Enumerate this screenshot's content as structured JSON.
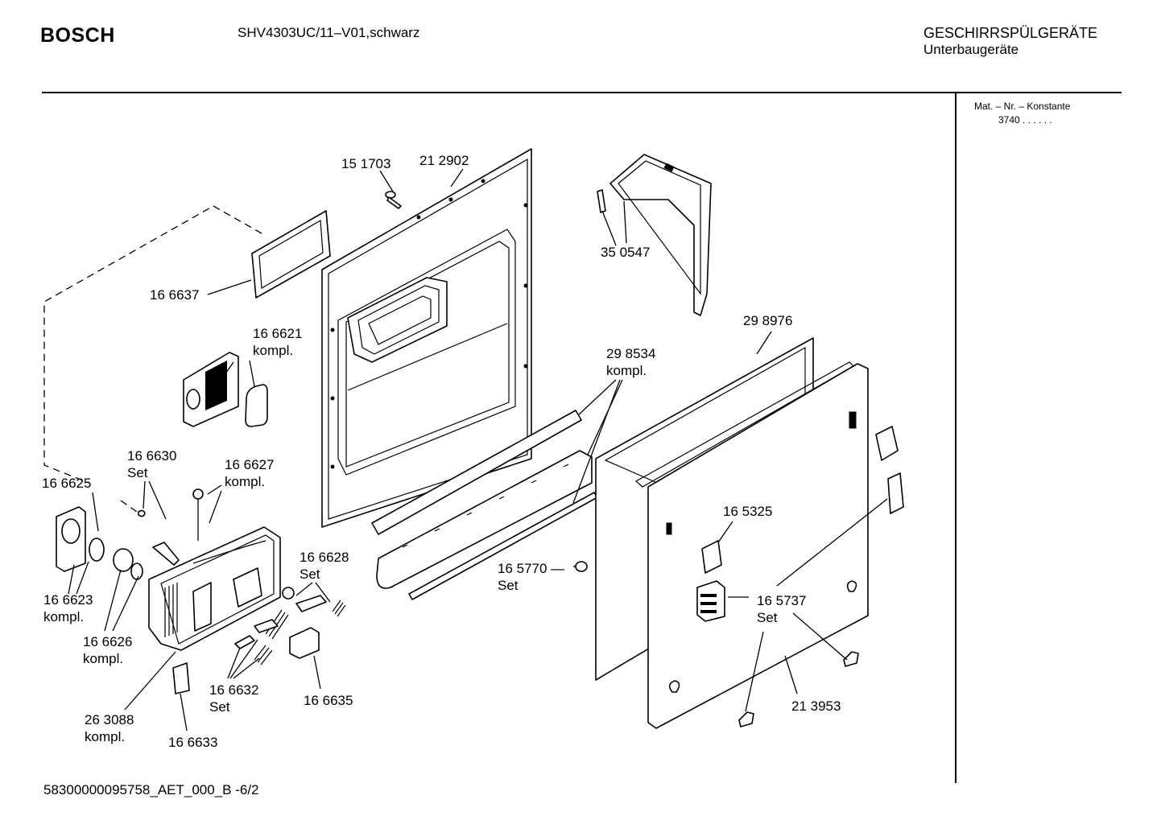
{
  "header": {
    "brand": "BOSCH",
    "model": "SHV4303UC/11–V01,schwarz",
    "category_line1": "GESCHIRRSPÜLGERÄTE",
    "category_line2": "Unterbaugeräte"
  },
  "sidebar": {
    "mat_label": "Mat. – Nr. – Konstante",
    "mat_value": "3740 . .   . . . ."
  },
  "footer": {
    "doc_code": "58300000095758_AET_000_B  -6/2"
  },
  "parts": [
    {
      "id": "151703",
      "lines": [
        "15 1703"
      ]
    },
    {
      "id": "212902",
      "lines": [
        "21 2902"
      ]
    },
    {
      "id": "350547",
      "lines": [
        "35 0547"
      ]
    },
    {
      "id": "166637",
      "lines": [
        "16 6637"
      ]
    },
    {
      "id": "166621",
      "lines": [
        "16 6621",
        "kompl."
      ]
    },
    {
      "id": "298976",
      "lines": [
        "29 8976"
      ]
    },
    {
      "id": "298534",
      "lines": [
        "29 8534",
        "kompl."
      ]
    },
    {
      "id": "166630",
      "lines": [
        "16 6630",
        "Set"
      ]
    },
    {
      "id": "166627",
      "lines": [
        "16 6627",
        "kompl."
      ]
    },
    {
      "id": "166625",
      "lines": [
        "16 6625"
      ]
    },
    {
      "id": "165325",
      "lines": [
        "16 5325"
      ]
    },
    {
      "id": "166628",
      "lines": [
        "16 6628",
        "Set"
      ]
    },
    {
      "id": "165770",
      "lines": [
        "16 5770 —",
        "Set"
      ]
    },
    {
      "id": "166623",
      "lines": [
        "16 6623",
        "kompl."
      ]
    },
    {
      "id": "165737",
      "lines": [
        "16 5737",
        "Set"
      ]
    },
    {
      "id": "166626",
      "lines": [
        "16 6626",
        "kompl."
      ]
    },
    {
      "id": "166632",
      "lines": [
        "16 6632",
        "Set"
      ]
    },
    {
      "id": "166635",
      "lines": [
        "16 6635"
      ]
    },
    {
      "id": "213953",
      "lines": [
        "21 3953"
      ]
    },
    {
      "id": "263088",
      "lines": [
        "26 3088",
        "kompl."
      ]
    },
    {
      "id": "166633",
      "lines": [
        "16 6633"
      ]
    }
  ]
}
